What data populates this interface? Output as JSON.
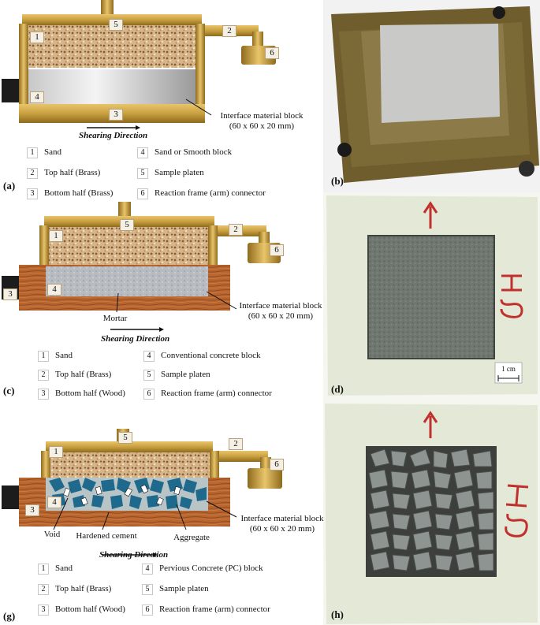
{
  "panels": {
    "a": {
      "label": "(a)",
      "parts": [
        "1",
        "2",
        "3",
        "4",
        "5",
        "6"
      ],
      "legend": [
        {
          "n": "1",
          "text": "Sand"
        },
        {
          "n": "4",
          "text": "Sand or Smooth block"
        },
        {
          "n": "2",
          "text": "Top half (Brass)"
        },
        {
          "n": "5",
          "text": "Sample platen"
        },
        {
          "n": "3",
          "text": "Bottom half (Brass)"
        },
        {
          "n": "6",
          "text": "Reaction frame (arm) connector"
        }
      ],
      "interface_label": "Interface material block",
      "interface_dims": "(60 x 60 x 20 mm)",
      "shear": "Shearing Direction"
    },
    "b": {
      "label": "(b)"
    },
    "c": {
      "label": "(c)",
      "parts": [
        "1",
        "2",
        "3",
        "4",
        "5",
        "6"
      ],
      "legend": [
        {
          "n": "1",
          "text": "Sand"
        },
        {
          "n": "4",
          "text": "Conventional concrete block"
        },
        {
          "n": "2",
          "text": "Top half (Brass)"
        },
        {
          "n": "5",
          "text": "Sample platen"
        },
        {
          "n": "3",
          "text": "Bottom half (Wood)"
        },
        {
          "n": "6",
          "text": "Reaction frame (arm) connector"
        }
      ],
      "interface_label": "Interface material block",
      "interface_dims": "(60 x 60 x 20 mm)",
      "mortar": "Mortar",
      "shear": "Shearing Direction"
    },
    "d": {
      "label": "(d)",
      "scale": "1 cm"
    },
    "g": {
      "label": "(g)",
      "parts": [
        "1",
        "2",
        "3",
        "4",
        "5",
        "6"
      ],
      "legend": [
        {
          "n": "1",
          "text": "Sand"
        },
        {
          "n": "4",
          "text": "Pervious Concrete (PC) block"
        },
        {
          "n": "2",
          "text": "Top half (Brass)"
        },
        {
          "n": "5",
          "text": "Sample platen"
        },
        {
          "n": "3",
          "text": "Bottom half (Wood)"
        },
        {
          "n": "6",
          "text": "Reaction frame (arm) connector"
        }
      ],
      "interface_label": "Interface material block",
      "interface_dims": "(60 x 60 x 20 mm)",
      "void": "Void",
      "cement": "Hardened cement",
      "aggregate": "Aggregate",
      "shear": "Shearing Direction"
    },
    "h": {
      "label": "(h)"
    }
  },
  "colors": {
    "brass": "#c9a040",
    "brass_dark": "#8e6a1e",
    "wood": "#b8652e",
    "sand": "#caa77a",
    "mortar": "#b8bcc0",
    "pc_aggregate": "#1f6a8c",
    "photo_board": "#e6ecd9",
    "red_marker": "#c0302c"
  }
}
